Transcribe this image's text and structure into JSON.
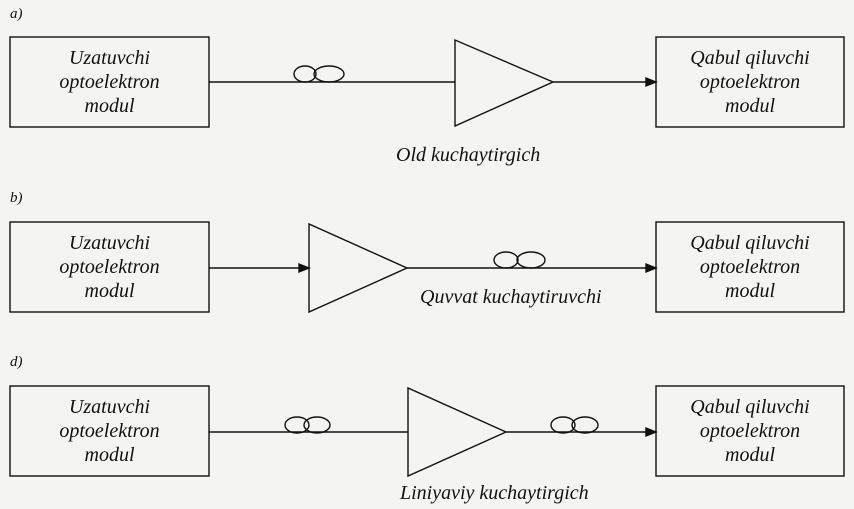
{
  "panels": [
    {
      "label": "a)",
      "transmitter": [
        "Uzatuvchi",
        "optoelektron",
        "modul"
      ],
      "receiver": [
        "Qabul qiluvchi",
        "optoelektron",
        "modul"
      ],
      "amplifier_caption": "Old kuchaytirgich"
    },
    {
      "label": "b)",
      "transmitter": [
        "Uzatuvchi",
        "optoelektron",
        "modul"
      ],
      "receiver": [
        "Qabul qiluvchi",
        "optoelektron",
        "modul"
      ],
      "amplifier_caption": "Quvvat kuchaytiruvchi"
    },
    {
      "label": "d)",
      "transmitter": [
        "Uzatuvchi",
        "optoelektron",
        "modul"
      ],
      "receiver": [
        "Qabul qiluvchi",
        "optoelektron",
        "modul"
      ],
      "amplifier_caption": "Liniyaviy kuchaytirgich"
    }
  ]
}
